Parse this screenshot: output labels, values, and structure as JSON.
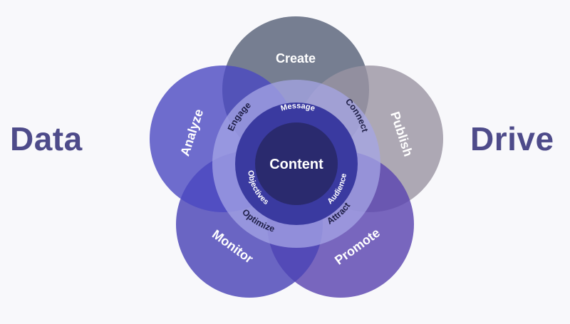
{
  "left_word": "Data",
  "right_word": "Drive",
  "petals": [
    {
      "label": "Create",
      "color": "#596379"
    },
    {
      "label": "Publish",
      "color": "#9a93a2"
    },
    {
      "label": "Promote",
      "color": "#5b45b0"
    },
    {
      "label": "Monitor",
      "color": "#4a44b6"
    },
    {
      "label": "Analyze",
      "color": "#4b49c2"
    }
  ],
  "middle_ring": {
    "color": "#a6a6e6",
    "labels": [
      "Connect",
      "Attract",
      "Optimize",
      "Engage"
    ]
  },
  "inner_ring": {
    "color": "#3a3aa0",
    "labels": [
      "Message",
      "Audience",
      "Objectives"
    ]
  },
  "center": {
    "label": "Content",
    "color": "#2a2a6e"
  }
}
